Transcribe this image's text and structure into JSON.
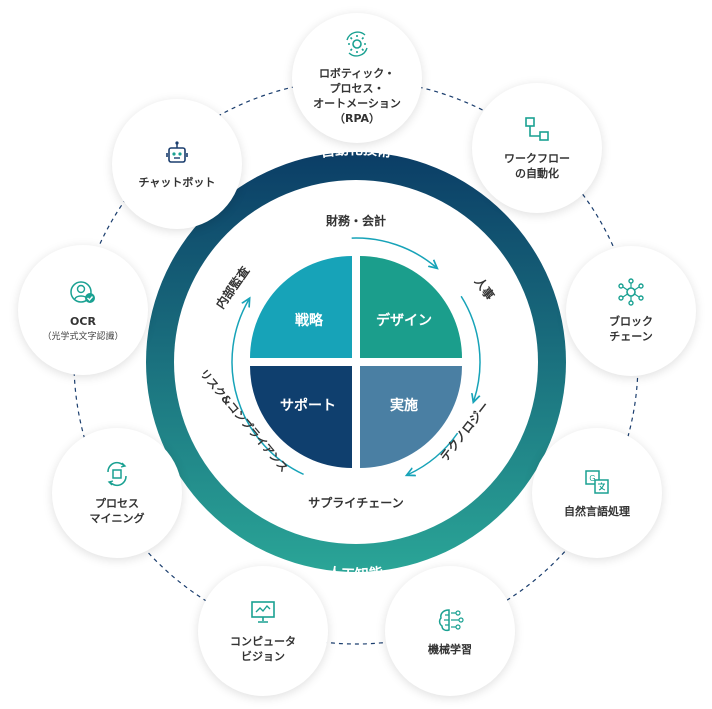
{
  "colors": {
    "outer_ring_top": "#0b3d66",
    "outer_ring_bottom": "#2aa597",
    "strategy": "#17a3b8",
    "design": "#1b9e8c",
    "support": "#0f3f6e",
    "implementation": "#4a7fa3",
    "accent": "#1aa192"
  },
  "ring": {
    "top_label": "自動化技術",
    "bottom_label": "人工知能"
  },
  "inner_labels": {
    "top": "財務・会計",
    "right_upper": "人事",
    "right_lower": "テクノロジー",
    "bottom": "サプライチェーン",
    "left_lower": "リスク&コンプライアンス",
    "left_upper": "内部監査"
  },
  "quadrants": {
    "top_left": "戦略",
    "top_right": "デザイン",
    "bottom_left": "サポート",
    "bottom_right": "実施"
  },
  "bubbles": [
    {
      "id": "rpa",
      "label": "ロボティック・\nプロセス・\nオートメーション\n（RPA）",
      "icon": "gear-cycle-icon"
    },
    {
      "id": "workflow",
      "label": "ワークフロー\nの自動化",
      "icon": "workflow-icon"
    },
    {
      "id": "blockchain",
      "label": "ブロック\nチェーン",
      "icon": "network-icon"
    },
    {
      "id": "nlp",
      "label": "自然言語処理",
      "icon": "translate-icon"
    },
    {
      "id": "ml",
      "label": "機械学習",
      "icon": "brain-circuit-icon"
    },
    {
      "id": "cv",
      "label": "コンピュータ\nビジョン",
      "icon": "monitor-chart-icon"
    },
    {
      "id": "mining",
      "label": "プロセス\nマイニング",
      "icon": "cycle-square-icon"
    },
    {
      "id": "ocr",
      "label": "OCR",
      "sub": "（光学式文字認識）",
      "icon": "user-check-icon"
    },
    {
      "id": "chatbot",
      "label": "チャットボット",
      "icon": "robot-icon"
    }
  ]
}
